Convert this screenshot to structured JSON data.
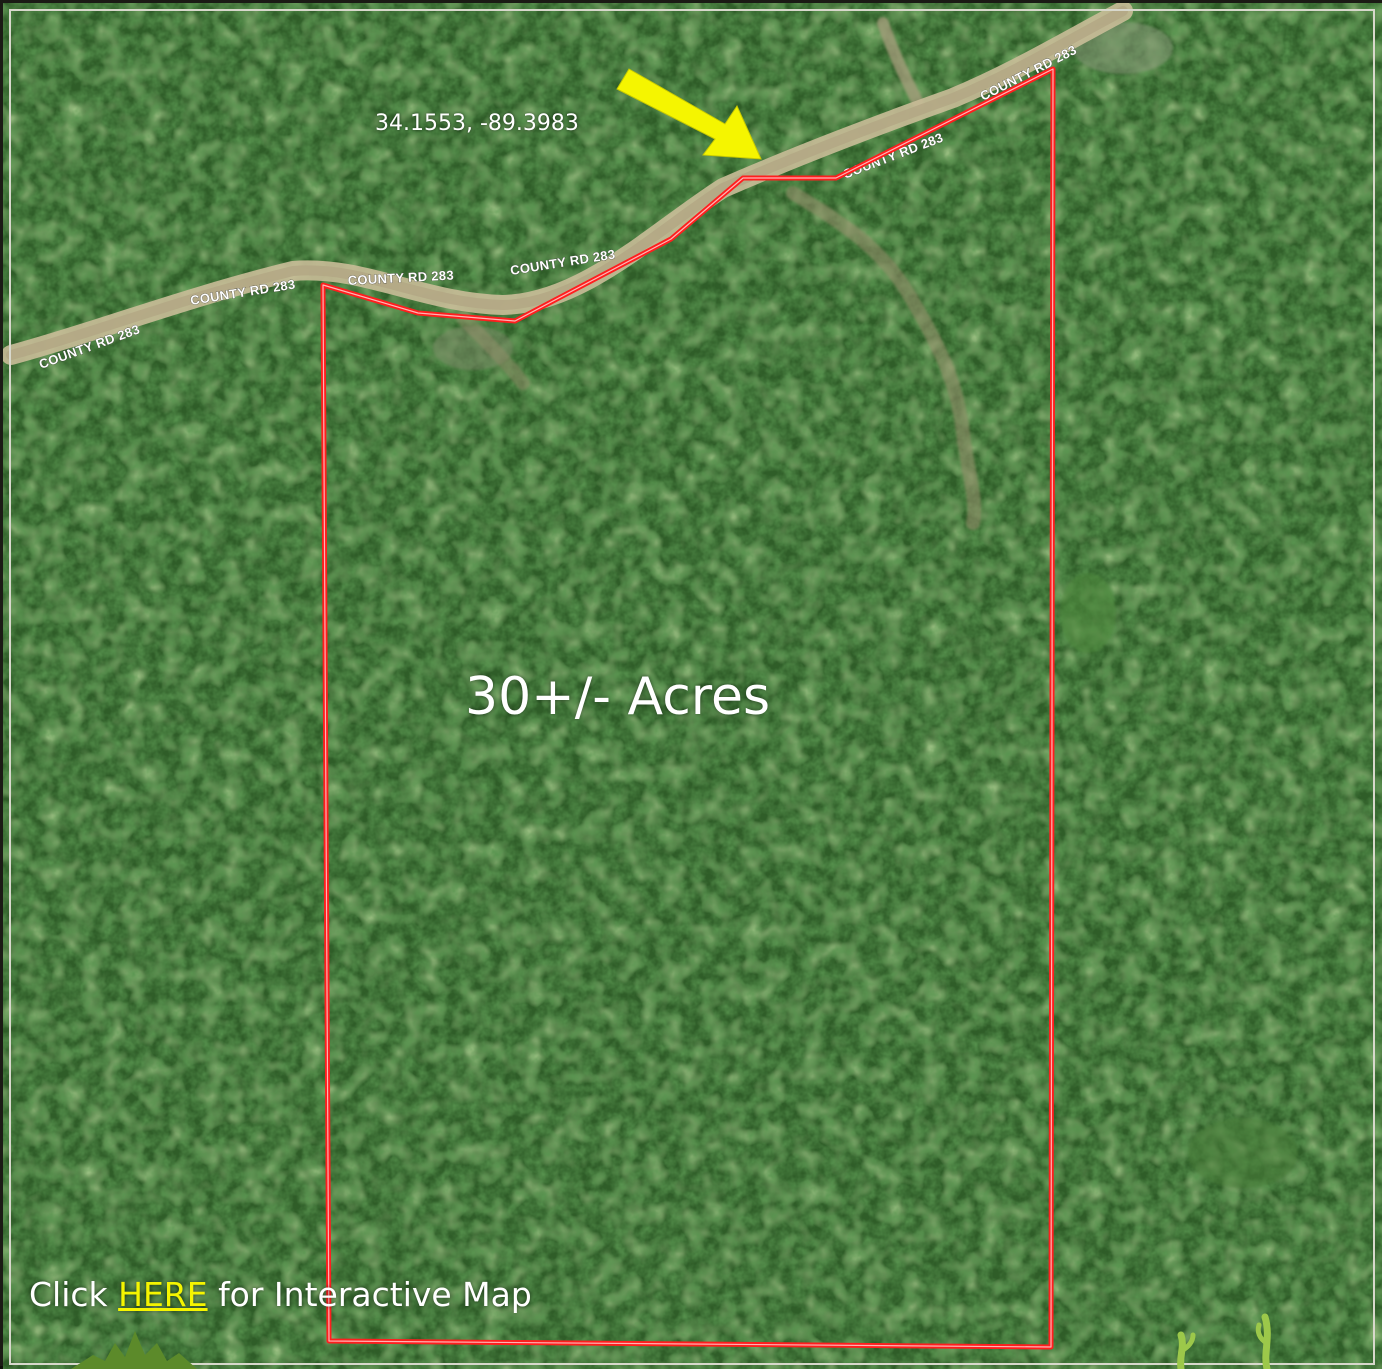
{
  "map": {
    "coordinates": "34.1553, -89.3983",
    "area_label": "30+/- Acres",
    "road_name": "COUNTY RD 283",
    "cta": {
      "prefix": "Click ",
      "link": "HERE",
      "suffix": " for Interactive Map"
    },
    "colors": {
      "boundary": "#ff1e1e",
      "arrow": "#f5f500",
      "link": "#f5f500",
      "road": "#b8aa88",
      "forest": "#2d5a26"
    },
    "icons": [
      "location-arrow-icon",
      "brand-logo-icon",
      "brand-mark-icon"
    ]
  }
}
